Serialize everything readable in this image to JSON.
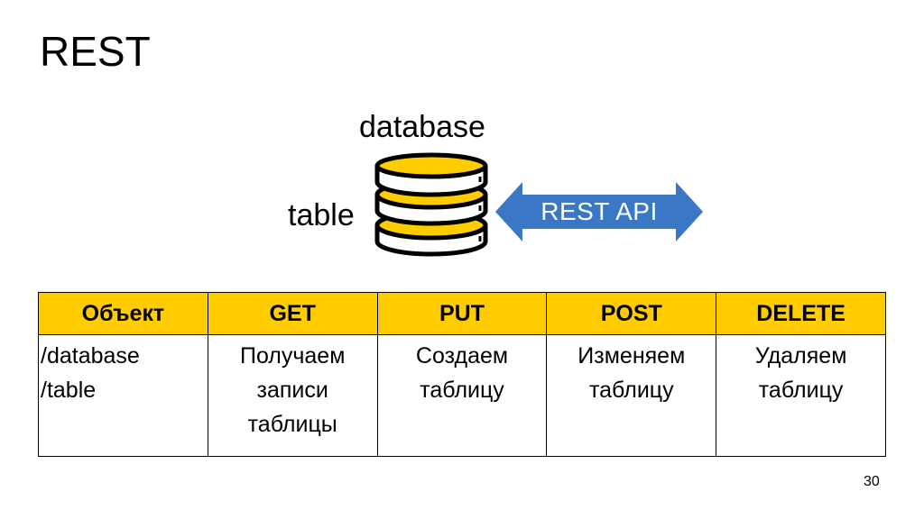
{
  "slide": {
    "title": "REST",
    "page_number": "30"
  },
  "diagram": {
    "database_label": "database",
    "table_label": "table",
    "api_label": "REST API",
    "db_icon": "database-stack-icon",
    "arrow_icon": "double-arrow-icon",
    "colors": {
      "db_fill": "#ffcc00",
      "arrow_fill": "#3a78c5",
      "header_fill": "#ffcc00"
    }
  },
  "rest_table": {
    "headers": [
      "Объект",
      "GET",
      "PUT",
      "POST",
      "DELETE"
    ],
    "row": [
      "/database\n/table",
      "Получаем\nзаписи\nтаблицы",
      "Создаем\nтаблицу",
      "Изменяем\nтаблицу",
      "Удаляем\nтаблицу"
    ]
  }
}
